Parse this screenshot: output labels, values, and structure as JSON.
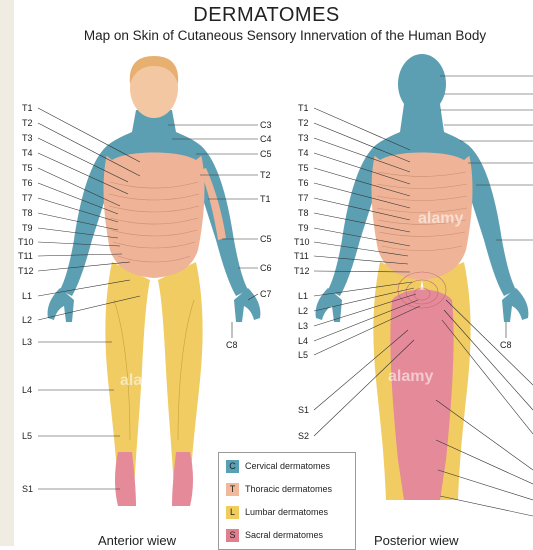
{
  "title": "DERMATOMES",
  "subtitle": "Map on Skin of Cutaneous Sensory Innervation of the Human Body",
  "views": {
    "anterior": "Anterior wiew",
    "posterior": "Posterior wiew"
  },
  "anterior_left_labels": [
    "T1",
    "T2",
    "T3",
    "T4",
    "T5",
    "T6",
    "T7",
    "T8",
    "T9",
    "T10",
    "T11",
    "T12",
    "L1",
    "L2",
    "L3",
    "L4",
    "L5",
    "S1"
  ],
  "anterior_right_labels": [
    "C3",
    "C4",
    "C5",
    "T2",
    "T1",
    "C5",
    "C6",
    "C7",
    "C8"
  ],
  "posterior_left_labels": [
    "T1",
    "T2",
    "T3",
    "T4",
    "T5",
    "T6",
    "T7",
    "T8",
    "T9",
    "T10",
    "T11",
    "T12",
    "L1",
    "L2",
    "L3",
    "L4",
    "L5",
    "S1",
    "S2"
  ],
  "posterior_right_labels": [
    "C8"
  ],
  "legend": [
    {
      "letter": "C",
      "text": "Cervical dermatomes",
      "color": "#5aa0b4"
    },
    {
      "letter": "T",
      "text": "Thoracic dermatomes",
      "color": "#f1b99a"
    },
    {
      "letter": "L",
      "text": "Lumbar dermatomes",
      "color": "#f0cc5c"
    },
    {
      "letter": "S",
      "text": "Sacral dermatomes",
      "color": "#e27f8e"
    }
  ],
  "colors": {
    "cervical": "#5d9fb2",
    "thoracic": "#efb497",
    "lumbar": "#f0cc62",
    "sacral": "#e58a98",
    "skin": "#f3c7a2",
    "hair": "#e8b070"
  }
}
